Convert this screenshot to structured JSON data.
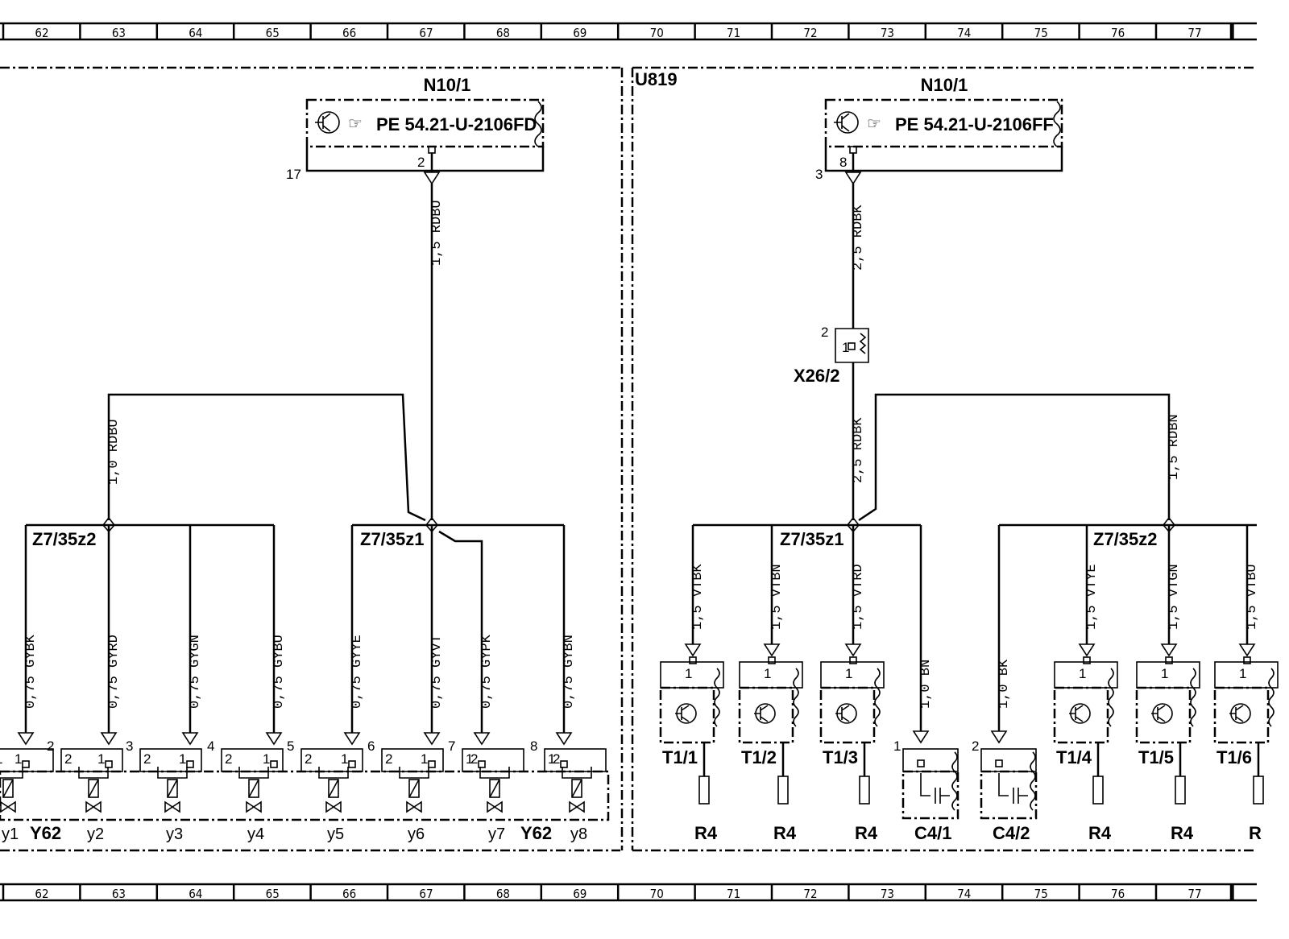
{
  "ruler": [
    "62",
    "63",
    "64",
    "65",
    "66",
    "67",
    "68",
    "69",
    "70",
    "71",
    "72",
    "73",
    "74",
    "75",
    "76",
    "77"
  ],
  "left_panel": {
    "module": "N10/1",
    "module_ref": "PE  54.21-U-2106FD",
    "pin_17": "17",
    "pin_2": "2",
    "main_wire": "1,5  RDBU",
    "branch_wire": "1,0  RDBU",
    "splice_a": "Z7/35z2",
    "splice_b": "Z7/35z1",
    "valve_group": "Y62",
    "valve_group_2": "Y62",
    "wires": [
      "0,75  GYBK",
      "0,75  GYRD",
      "0,75  GYGN",
      "0,75  GYBU",
      "0,75  GYYE",
      "0,75  GYVT",
      "0,75  GYPK",
      "0,75  GYBN"
    ],
    "connector_nums": [
      "2",
      "3",
      "4",
      "5",
      "6",
      "7",
      "8"
    ],
    "pin_labels_a": [
      "1",
      "2",
      "2",
      "2",
      "2",
      "2",
      "1",
      "1"
    ],
    "pin_labels_b": [
      "1",
      "1",
      "1",
      "1",
      "1",
      "1",
      "2",
      "2"
    ],
    "valves": [
      "y1",
      "y2",
      "y3",
      "y4",
      "y5",
      "y6",
      "y7",
      "y8"
    ]
  },
  "right_panel": {
    "section": "U819",
    "module": "N10/1",
    "module_ref": "PE  54.21-U-2106FF",
    "pin_3": "3",
    "pin_8": "8",
    "main_wire": "2,5  RDBK",
    "connector": "X26/2",
    "connector_pin_2": "2",
    "connector_pin_1": "1",
    "lower_wire": "2,5  RDBK",
    "right_wire": "1,5  RDBN",
    "splice_a": "Z7/35z1",
    "splice_b": "Z7/35z2",
    "wires": [
      "1,5  VTBK",
      "1,5  VTBN",
      "1,5  VTRD",
      "1,0  BN",
      "1,0  BK",
      "1,5  VTYE",
      "1,5  VTGN",
      "1,5  VTBU"
    ],
    "transistors": [
      "T1/1",
      "T1/2",
      "T1/3",
      "T1/4",
      "T1/5",
      "T1/6"
    ],
    "caps": [
      "C4/1",
      "C4/2"
    ],
    "cap_pins": [
      "1",
      "2"
    ],
    "resistors": [
      "R4",
      "R4",
      "R4",
      "R4",
      "R4",
      "R"
    ],
    "pin_one": "1"
  }
}
